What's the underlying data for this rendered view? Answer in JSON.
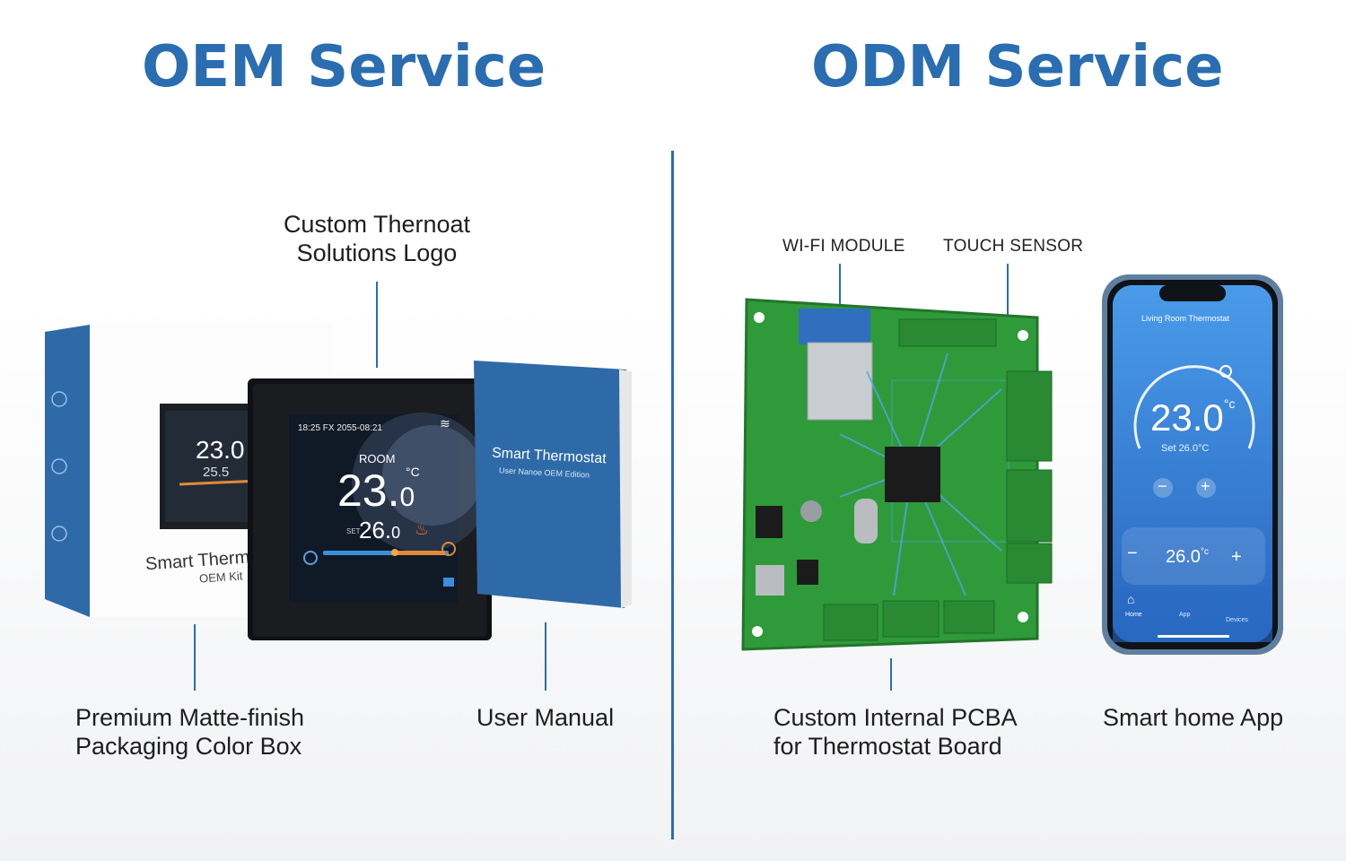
{
  "oem": {
    "title": "OEM Service",
    "logo_callout": [
      "Custom Thernoat",
      "Solutions Logo"
    ],
    "packaging_callout": [
      "Premium Matte-finish",
      "Packaging Color Box"
    ],
    "manual_callout": "User Manual",
    "box": {
      "brand_line1": "Smart Thermo",
      "brand_line2": "OEM Kit",
      "screen_temp": "23.0",
      "screen_set": "25.5"
    },
    "device": {
      "status_line": "18:25 FX 2055-08:21",
      "room_label": "ROOM",
      "room_temp": "23.",
      "room_temp_decimal": "0",
      "unit": "°C",
      "set_label": "SET",
      "set_temp": "26.",
      "set_temp_decimal": "0"
    },
    "manual": {
      "title": "Smart Thermostat",
      "subtitle": "User Nanoe  OEM Edition"
    }
  },
  "odm": {
    "title": "ODM Service",
    "wifi_callout": "WI-FI MODULE",
    "touch_callout": "TOUCH SENSOR",
    "pcba_callout": [
      "Custom Internal PCBA",
      "for Thermostat Board"
    ],
    "app_callout": "Smart home App",
    "phone": {
      "header": "Living Room Thermostat",
      "temp": "23.0",
      "temp_unit": "°c",
      "set": "Set 26.0°C",
      "target": "26.0",
      "target_unit": "°c",
      "tab_home": "Home",
      "tab_app": "App",
      "tab_devices": "Devices"
    }
  },
  "colors": {
    "accent": "#2a6db0",
    "pcb_green": "#2f9a3a",
    "phone_blue": "#2f7fd6"
  }
}
